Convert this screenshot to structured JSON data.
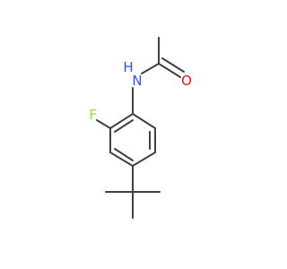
{
  "molecule": {
    "atoms": {
      "nitrogen": {
        "symbol": "N",
        "hydrogen": "H",
        "color": "#3050f8"
      },
      "oxygen": {
        "symbol": "O",
        "color": "#ff0d0d"
      },
      "fluorine": {
        "symbol": "F",
        "color": "#90e050"
      }
    },
    "bond_color": "#404040"
  }
}
